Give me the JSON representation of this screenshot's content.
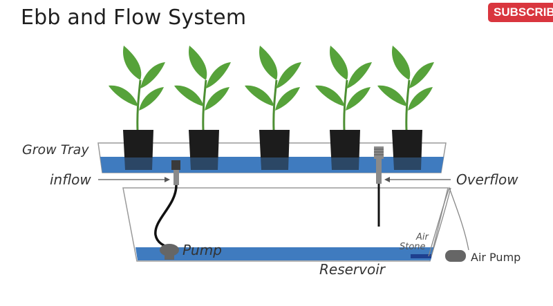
{
  "title": "Ebb and Flow System",
  "subscribe_button": "SUBSCRIBE",
  "labels": {
    "grow_tray": "Grow Tray",
    "inflow": "inflow",
    "overflow": "Overflow",
    "pump": "Pump",
    "air_stone_line1": "Air",
    "air_stone_line2": "Stone",
    "air_pump": "Air Pump",
    "reservoir": "Reservoir"
  },
  "colors": {
    "water": "#3f7bbf",
    "leaf": "#56a23a",
    "pot": "#1c1c1c",
    "subscribe": "#d9363e"
  }
}
